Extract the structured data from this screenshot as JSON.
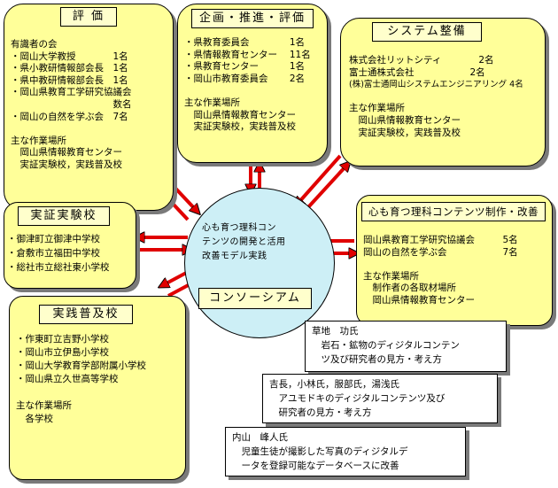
{
  "eval": {
    "title": "評 価",
    "lines": [
      "有識者の会",
      "・岡山大学教授　　　　1名",
      "・県小教研情報部会長　1名",
      "・県中教研情報部会長　1名",
      "・岡山県教育工学研究協議会",
      "　　　　　　　　　　　数名",
      "・岡山の自然を学ぶ会　7名",
      "",
      "主な作業場所",
      "　岡山県情報教育センター",
      "　実証実験校，実践普及校"
    ]
  },
  "plan": {
    "title": "企画・推進・評価",
    "lines": [
      "・県教育委員会　　　　 1名",
      "・県情報教育センター　 11名",
      "・県教育センター　　　 1名",
      "・岡山市教育委員会　　 2名",
      "",
      "主な作業場所",
      "　岡山県情報教育センター",
      "　実証実験校，実践普及校"
    ]
  },
  "system": {
    "title": "システム整備",
    "lines": [
      "株式会社リットシティ　　　　2名",
      "富士通株式会社　　　　　　2名",
      "(株)富士通岡山システムエンジニアリング 4名",
      "",
      "主な作業場所",
      "　岡山県情報教育センター",
      "　実証実験校，実践普及校"
    ]
  },
  "verify": {
    "title": "実証実験校",
    "lines": [
      "・御津町立御津中学校",
      "・倉敷市立福田中学校",
      "・総社市立総社東小学校"
    ]
  },
  "content": {
    "title": "心も育つ理科コンテンツ制作・改善",
    "lines": [
      "岡山県教育工学研究協議会　　　5名",
      "岡山の自然を学ぶ会　　　　　　7名",
      "",
      "主な作業場所",
      "　制作者の各取材場所",
      "　岡山県情報教育センター"
    ]
  },
  "practice": {
    "title": "実践普及校",
    "lines": [
      "・作東町立吉野小学校",
      "・岡山市立伊島小学校",
      "・岡山大学教育学部附属小学校",
      "・岡山県立久世高等学校",
      "",
      "主な作業場所",
      "　各学校"
    ]
  },
  "center": {
    "lines": [
      "心も育つ理科コン",
      "テンツの開発と活用",
      "改善モデル実践"
    ],
    "consortium": "コンソーシアム"
  },
  "notes": [
    {
      "lines": [
        "草地　功氏",
        "　岩石・鉱物のディジタルコンテン",
        "　ツ及び研究者の見方・考え方"
      ]
    },
    {
      "lines": [
        "吉長，小林氏，服部氏，湯浅氏",
        "　アユモドキのディジタルコンテンツ及び",
        "　研究者の見方・考え方"
      ]
    },
    {
      "lines": [
        "内山　峰人氏",
        "　児童生徒が撮影した写真のディジタルデ",
        "　ータを登録可能なデータベースに改善"
      ]
    }
  ],
  "colors": {
    "box": "#ffff99",
    "circle": "#cdeff6",
    "arrow": "#e00000"
  }
}
